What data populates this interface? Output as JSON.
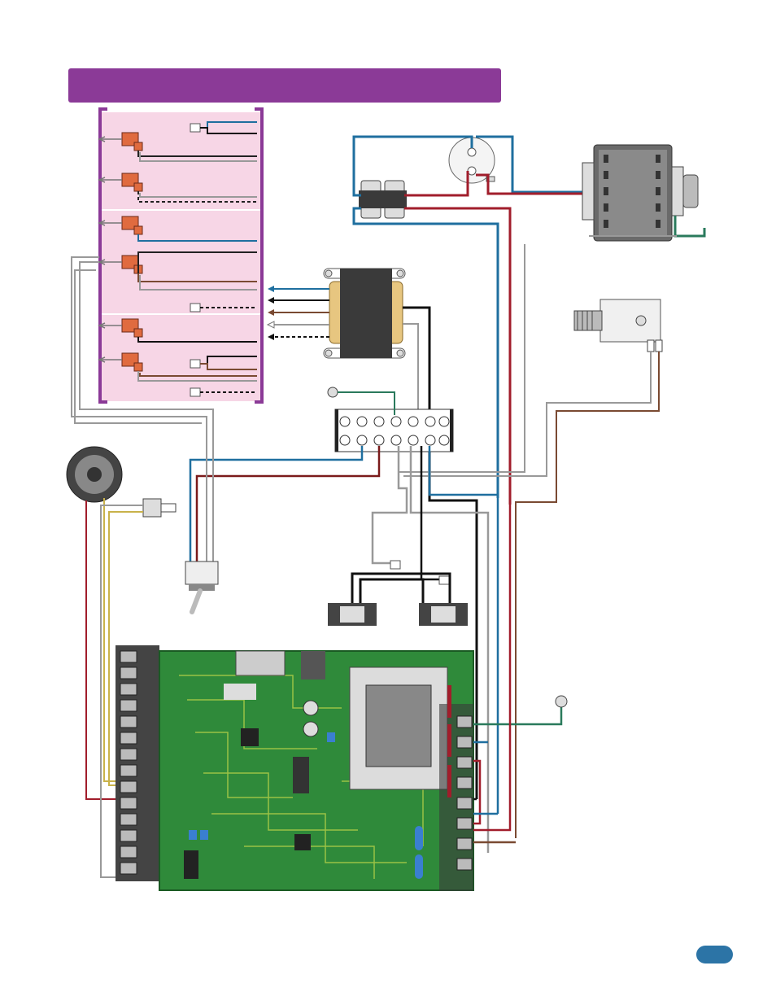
{
  "header": {
    "title": ""
  },
  "footer": {
    "page_number": ""
  },
  "colors": {
    "header_purple": "#8b3a97",
    "zone_pink": "#f7d6e6",
    "wire_blue": "#1f6f9f",
    "wire_red": "#a11d2b",
    "wire_brown": "#7a4a32",
    "wire_black": "#111111",
    "wire_green": "#2a7a5c",
    "wire_yellow": "#c9b24a",
    "pcb_green": "#2f8a3a",
    "transformer_tan": "#e7c680",
    "badge_blue": "#2c74a6"
  },
  "components": [
    "zone-valve-harness",
    "pressure-switch-pair",
    "capacitor",
    "blower-motor",
    "control-transformer",
    "solenoid-valve",
    "terminal-strip",
    "ground-lug",
    "speaker",
    "push-button-switch",
    "toggle-switch",
    "limit-switch-pair",
    "control-board"
  ]
}
